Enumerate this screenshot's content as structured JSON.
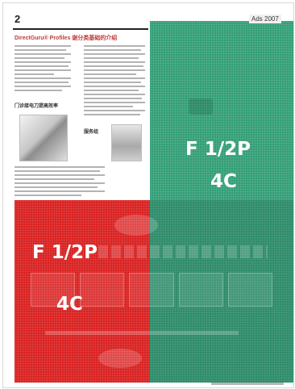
{
  "page": {
    "number": "2",
    "header_tag": "Ads 2007"
  },
  "article": {
    "title": "DirectGuru® Profiles 谢分类基础的介绍",
    "subheading_1": "门诊接电刀提高效率",
    "subheading_2": "服务组"
  },
  "ads": {
    "green": {
      "size_label": "F 1/2P",
      "color_label": "4C",
      "color": "#2e9c73"
    },
    "red": {
      "size_label": "F 1/2P",
      "color_label": "4C",
      "color": "#d91e1e"
    }
  }
}
